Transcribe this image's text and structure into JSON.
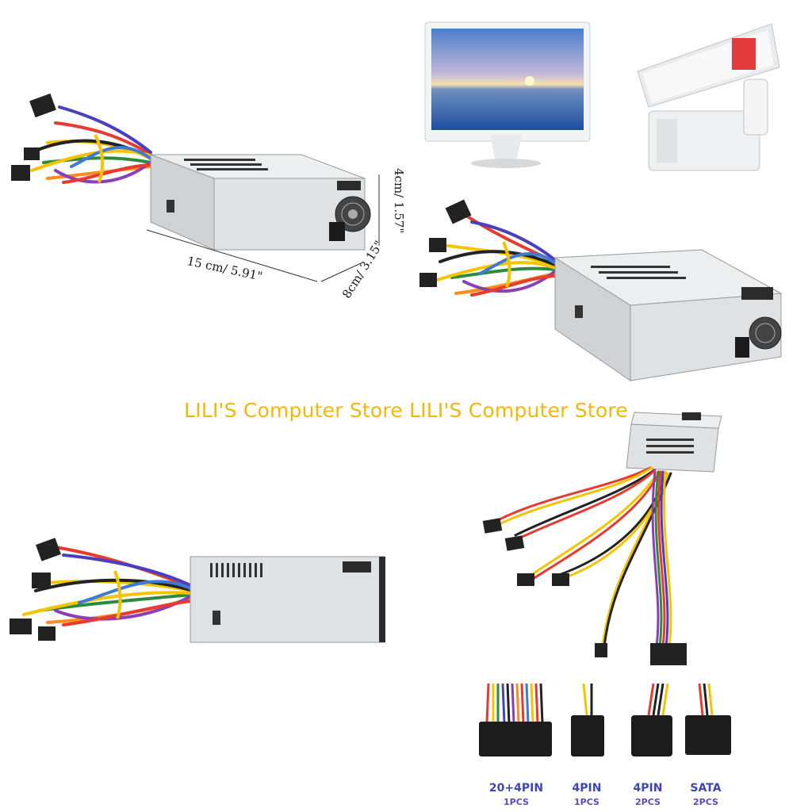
{
  "watermark": "LILI'S Computer Store LILI'S Computer Store",
  "dimensions": {
    "length": "15 cm/ 5.91\"",
    "width": "8cm/ 3.15\"",
    "height": "4cm/ 1.57\""
  },
  "connectors": [
    {
      "name": "20+4PIN",
      "count": "1PCS"
    },
    {
      "name": "4PIN",
      "count": "1PCS"
    },
    {
      "name": "4PIN",
      "count": "2PCS"
    },
    {
      "name": "SATA",
      "count": "2PCS"
    }
  ],
  "colors": {
    "watermark": "#f2b807",
    "label": "#3d46b8",
    "psu_body": "#d9dcdf",
    "psu_dark": "#2b2b2b"
  }
}
